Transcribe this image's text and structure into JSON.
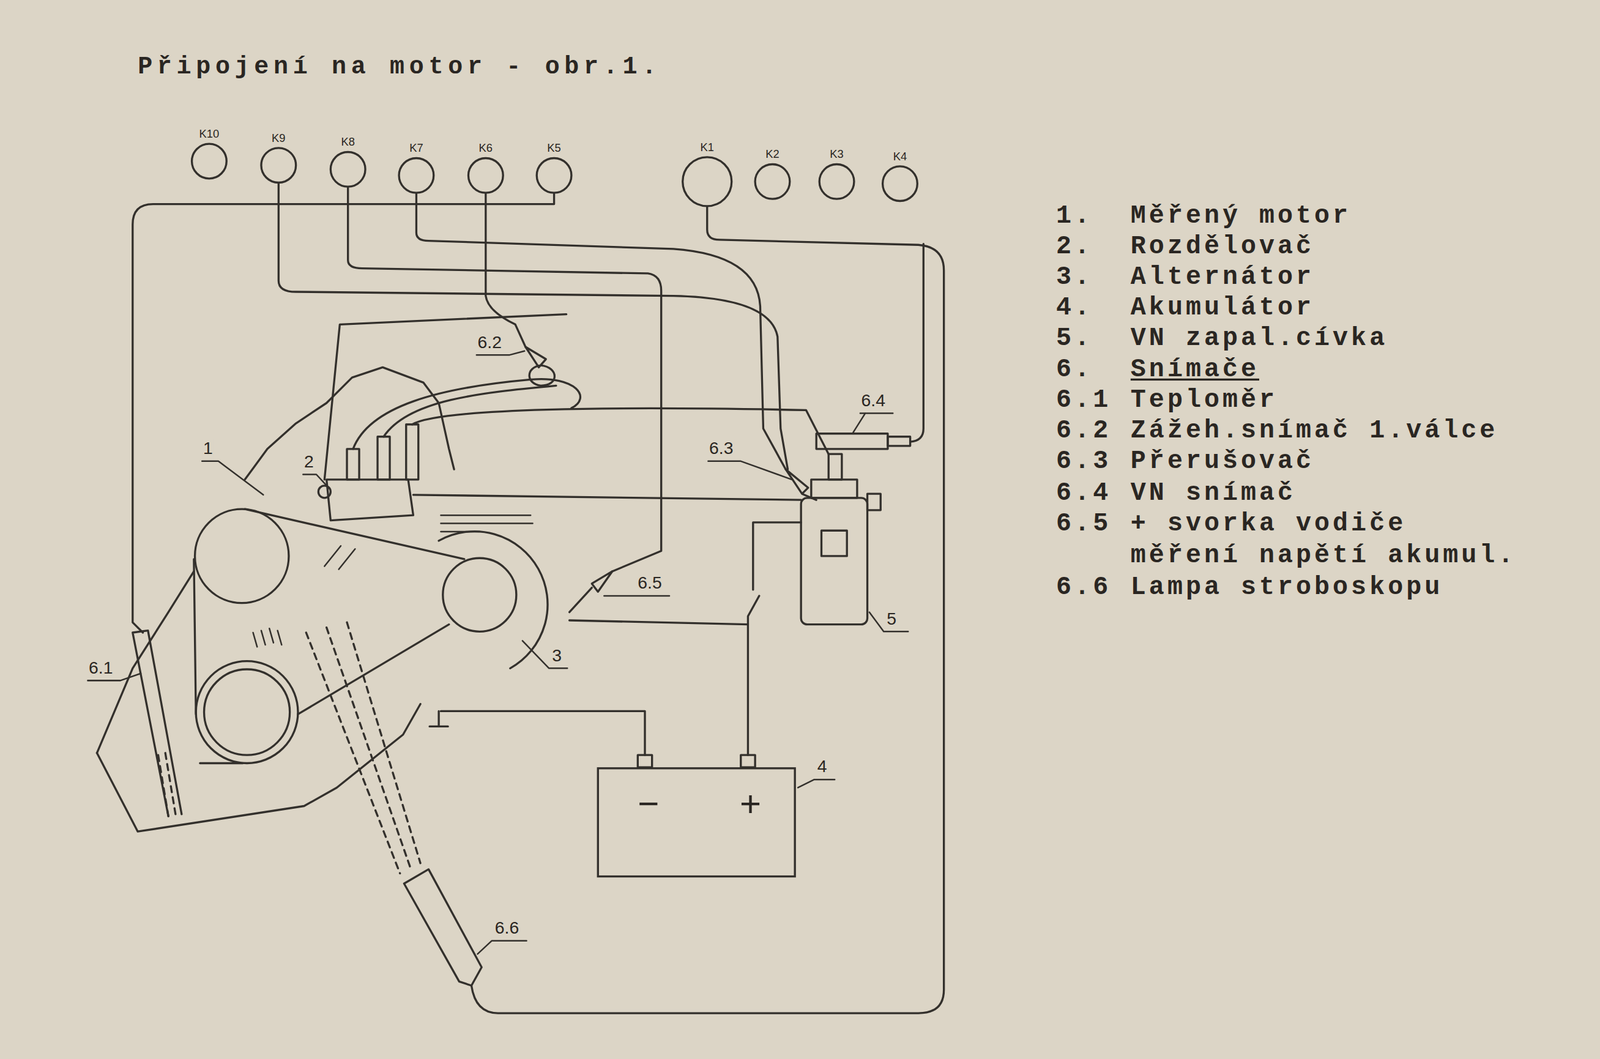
{
  "diagram": {
    "title": "Připojení na motor - obr.1.",
    "nodes": [
      {
        "text": [
          "K10"
        ]
      },
      {
        "text": [
          "K9"
        ]
      },
      {
        "text": [
          "K8"
        ]
      },
      {
        "text": [
          "K7"
        ]
      },
      {
        "text": [
          "K6"
        ]
      },
      {
        "text": [
          "K5"
        ]
      },
      {
        "text": [
          "K1"
        ]
      },
      {
        "text": [
          "K2"
        ]
      },
      {
        "text": [
          "K3"
        ]
      },
      {
        "text": [
          "K4"
        ]
      },
      {
        "text": [
          "−",
          "+"
        ]
      }
    ],
    "labels": [
      "1",
      "2",
      "3",
      "4",
      "5",
      "6.1",
      "6.2",
      "6.3",
      "6.4",
      "6.5",
      "6.6",
      "1.",
      "Měřený motor",
      "2.",
      "Rozdělovač",
      "3.",
      "Alternátor",
      "4.",
      "Akumulátor",
      "5.",
      "VN zapal.cívka",
      "6.",
      "Snímače",
      "6.1",
      "Teploměr",
      "6.2",
      "Zážeh.snímač 1.válce",
      "6.3",
      "Přerušovač",
      "6.4",
      "VN snímač",
      "6.5",
      "+ svorka vodiče měření napětí akumul.",
      "6.6",
      "Lampa stroboskopu"
    ]
  }
}
